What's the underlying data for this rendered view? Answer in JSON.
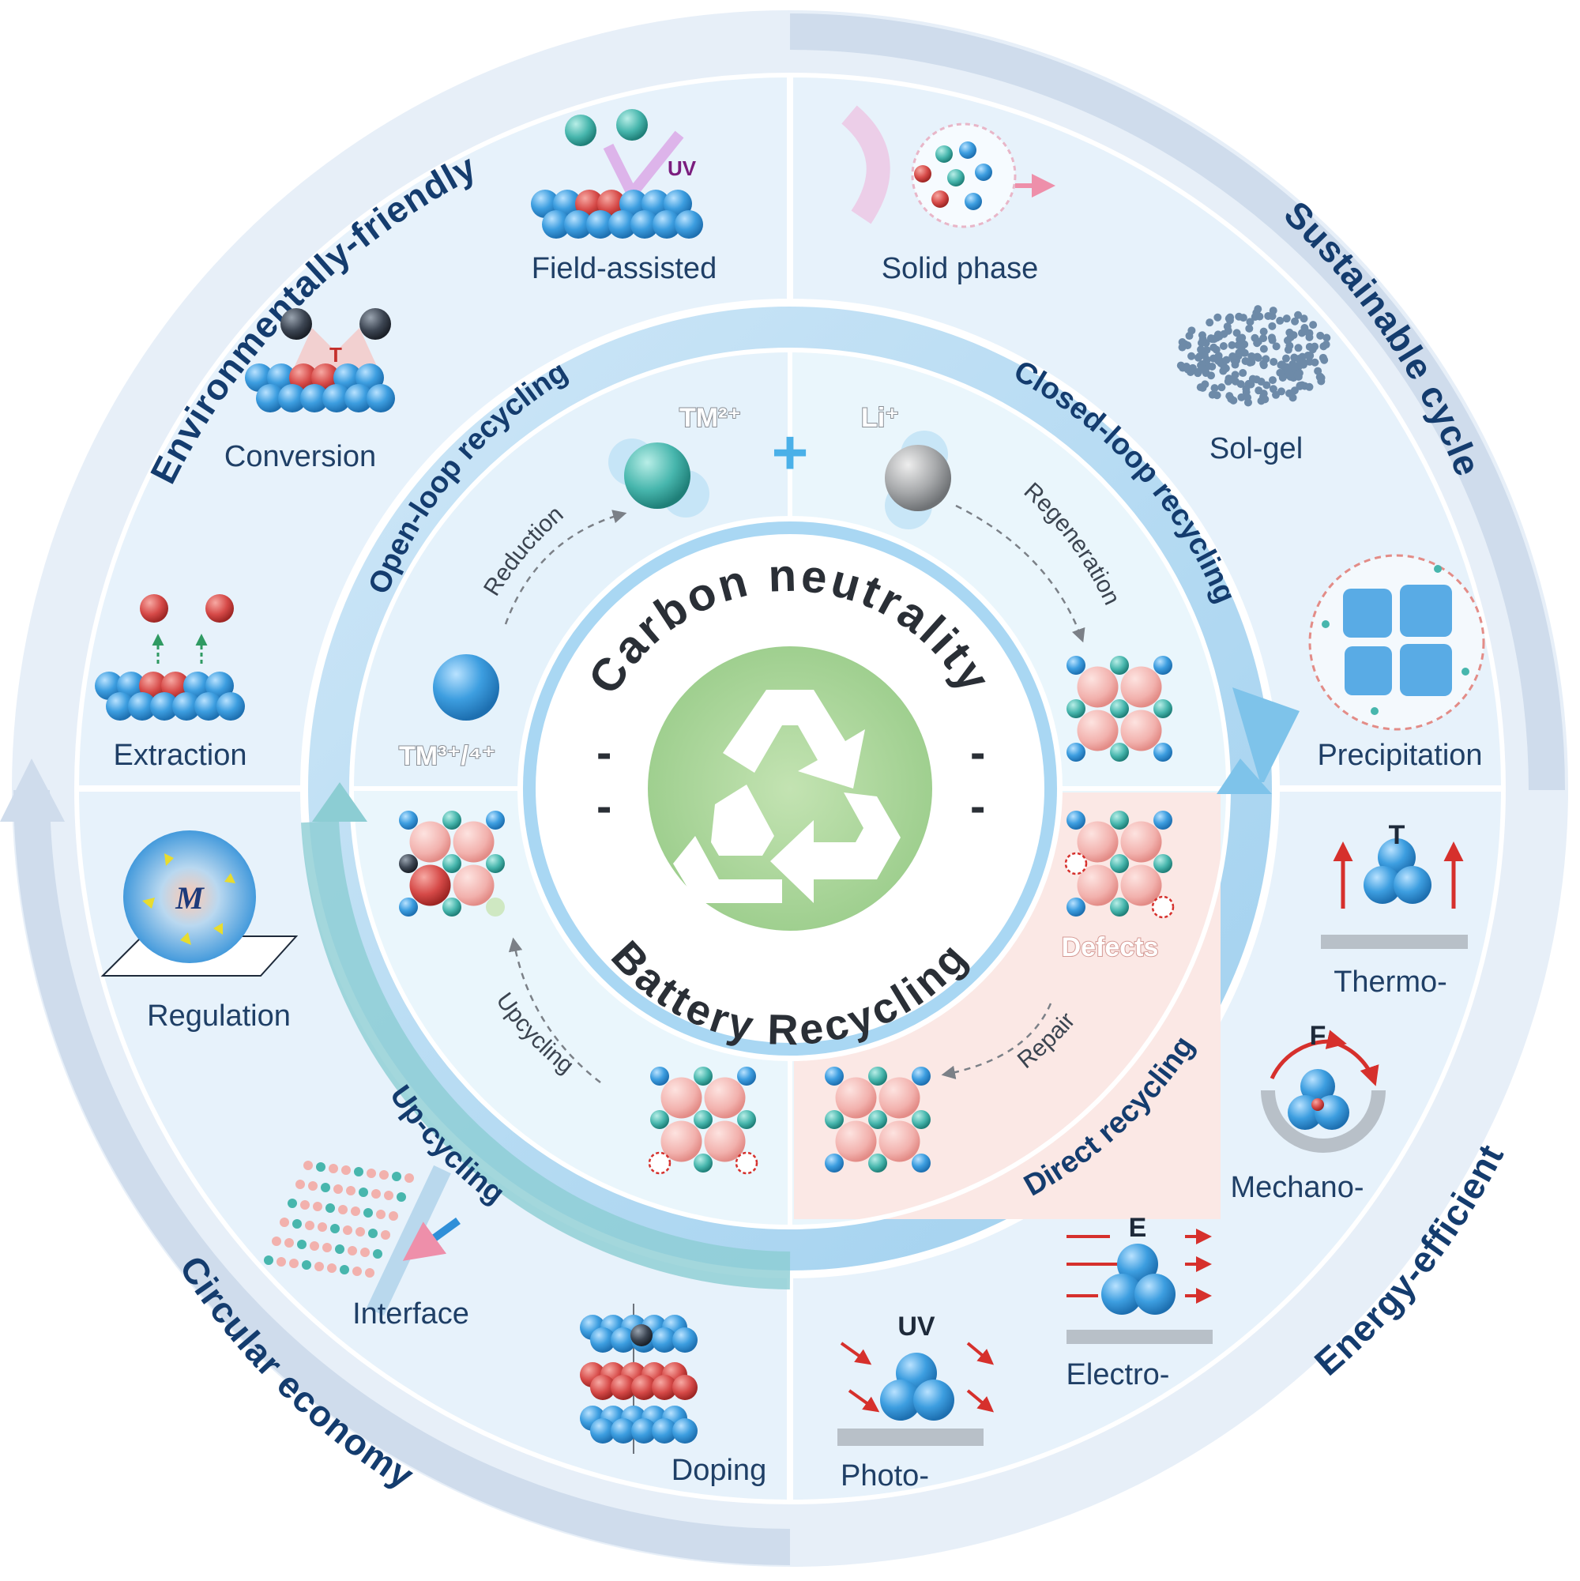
{
  "center": {
    "top_text": "Carbon neutrality",
    "bottom_text": "Battery Recycling",
    "icon": "recycle-icon"
  },
  "outer_goals": {
    "top_left": "Environmentally-friendly",
    "top_right": "Sustainable cycle",
    "bottom_left": "Circular economy",
    "bottom_right": "Energy-efficient"
  },
  "recycling_routes": {
    "open_loop": "Open-loop recycling",
    "closed_loop": "Closed-loop recycling",
    "up_cycling": "Up-cycling",
    "direct": "Direct recycling"
  },
  "processes": {
    "reduction": "Reduction",
    "regeneration": "Regeneration",
    "upcycling": "Upcycling",
    "repair": "Repair",
    "defects": "Defects",
    "plus": "+",
    "tm_high": "TM²⁺",
    "li": "Li⁺",
    "tm_mixed": "TM³⁺/⁴⁺"
  },
  "methods": {
    "field_assisted": "Field-assisted",
    "solid_phase": "Solid phase",
    "conversion": "Conversion",
    "sol_gel": "Sol-gel",
    "extraction": "Extraction",
    "precipitation": "Precipitation",
    "regulation": "Regulation",
    "thermo": "Thermo-",
    "mechano": "Mechano-",
    "interface": "Interface",
    "electro": "Electro-",
    "doping": "Doping",
    "photo": "Photo-"
  },
  "symbols": {
    "uv_top": "UV",
    "t_conversion": "T",
    "m_regulation": "M",
    "t_thermo": "T",
    "f_mechano": "F",
    "e_electro": "E",
    "uv_photo": "UV"
  },
  "colors": {
    "outer_ring": "#dbe8f5",
    "panel_bg": "#e6f2fb",
    "inner_bg": "#eaf6fc",
    "ring_blue": "#a9d4f0",
    "up_cycle_teal": "#8ccdd3",
    "defect_pink": "#fbe7e4",
    "atom_blue": "#3d9ee0",
    "atom_red": "#d64a48",
    "atom_pink": "#f2b1ad",
    "atom_teal": "#47b6ad",
    "recycle_green": "#a8d59a",
    "text_navy": "#143c6e"
  }
}
